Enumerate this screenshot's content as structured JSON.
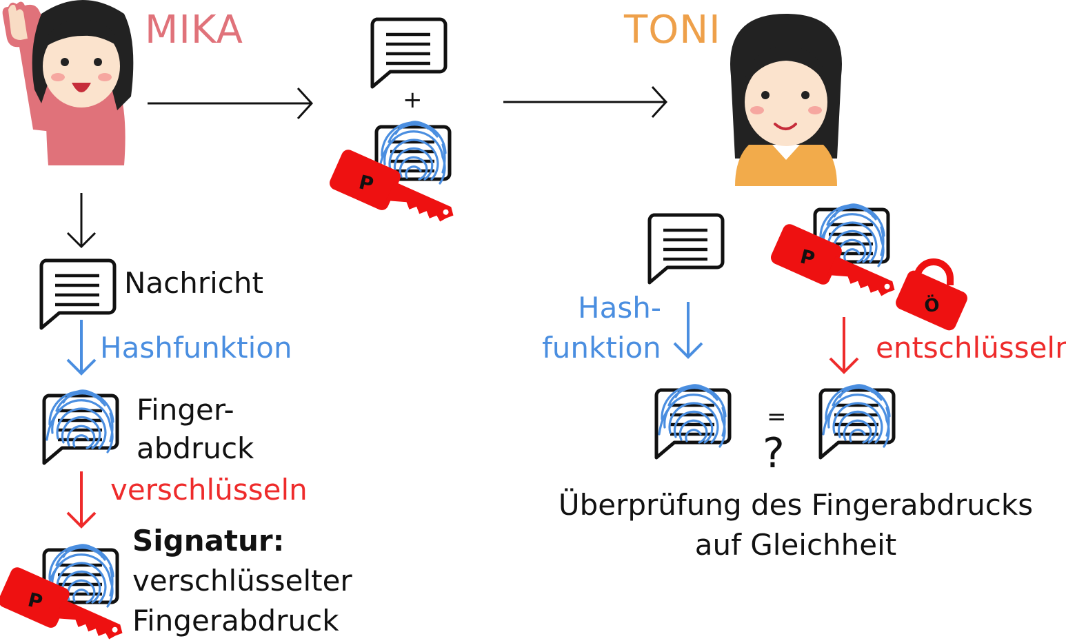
{
  "colors": {
    "mika": "#e0727a",
    "toni": "#eea04a",
    "hash": "#4a8ee0",
    "crypt": "#ee2b2b",
    "key": "#ee1111",
    "fingerprint": "#4a8ee0",
    "text": "#111111"
  },
  "icons": [
    "person-mika-icon",
    "person-toni-icon",
    "message-icon",
    "fingerprint-message-icon",
    "private-key-icon",
    "public-key-lock-icon",
    "arrow-right-icon",
    "arrow-down-icon"
  ],
  "sender": {
    "name": "MIKA"
  },
  "receiver": {
    "name": "TONI"
  },
  "transfer": {
    "plus": "+"
  },
  "left_flow": {
    "message_label": "Nachricht",
    "hash_label": "Hashfunktion",
    "fingerprint_label_1": "Finger-",
    "fingerprint_label_2": "abdruck",
    "encrypt_label": "verschlüsseln",
    "signature_title": "Signatur:",
    "signature_line_1": "verschlüsselter",
    "signature_line_2": "Fingerabdruck"
  },
  "right_flow": {
    "hash_label_1": "Hash-",
    "hash_label_2": "funktion",
    "decrypt_label": "entschlüsseln",
    "compare_top": "=",
    "compare_bottom": "?",
    "check_line_1": "Überprüfung des Fingerabdrucks",
    "check_line_2": "auf Gleichheit"
  },
  "keys": {
    "private_letter": "P",
    "public_letter": "Ö"
  }
}
